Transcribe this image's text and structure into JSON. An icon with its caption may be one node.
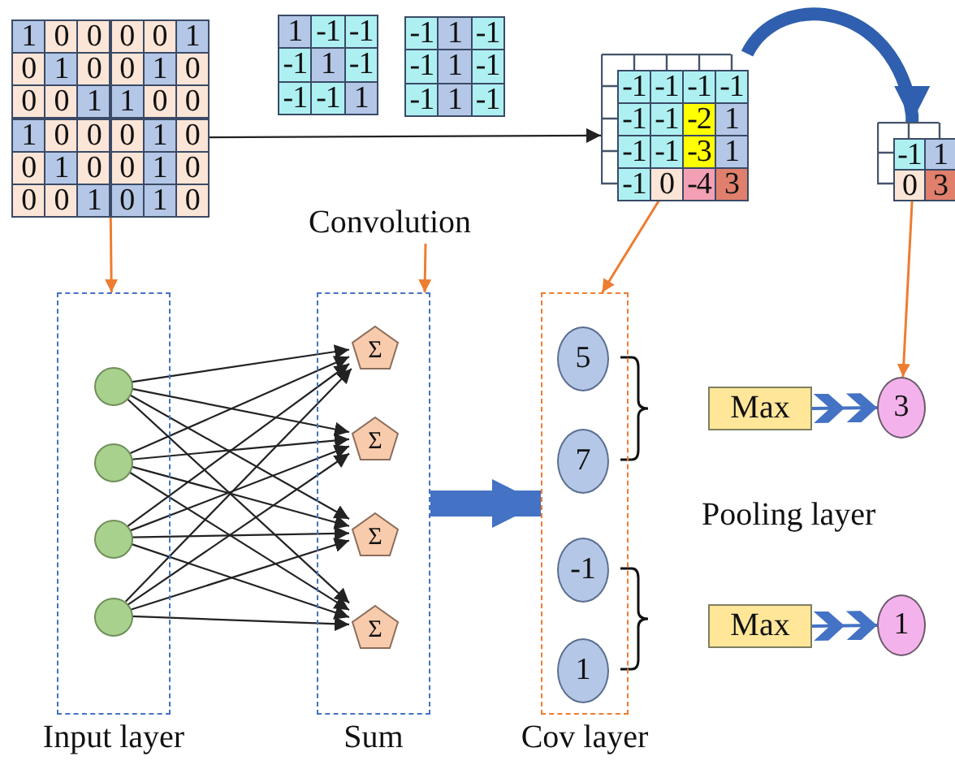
{
  "diagram": {
    "nodes": [
      {
        "text": [
          "1",
          "0",
          "0",
          "0",
          "0",
          "1",
          "0",
          "1",
          "0",
          "0",
          "1",
          "0",
          "0",
          "0",
          "1",
          "1",
          "0",
          "0",
          "1",
          "0",
          "0",
          "0",
          "1",
          "0",
          "0",
          "1",
          "0",
          "0",
          "1",
          "0",
          "0",
          "0",
          "1",
          "0",
          "1",
          "0"
        ]
      },
      {
        "text": [
          "1",
          "-1",
          "-1",
          "-1",
          "1",
          "-1",
          "-1",
          "-1",
          "1"
        ]
      },
      {
        "text": [
          "-1",
          "1",
          "-1",
          "-1",
          "1",
          "-1",
          "-1",
          "1",
          "-1"
        ]
      },
      {
        "text": [
          "-1",
          "-1",
          "-1",
          "-1",
          "-1",
          "-1",
          "-2",
          "1",
          "-1",
          "-1",
          "-3",
          "1",
          "-1",
          "0",
          "-4",
          "3"
        ]
      },
      {
        "text": [
          "-1",
          "1",
          "0",
          "3"
        ]
      },
      {
        "text": [
          "Input layer"
        ]
      },
      {
        "text": [],
        "shape": "circle",
        "in": 5
      },
      {
        "text": [],
        "shape": "circle",
        "in": 5
      },
      {
        "text": [],
        "shape": "circle",
        "in": 5
      },
      {
        "text": [],
        "shape": "circle",
        "in": 5
      },
      {
        "text": [
          "Sum"
        ]
      },
      {
        "text": [
          "Σ"
        ],
        "in": 10
      },
      {
        "text": [
          "Σ"
        ],
        "in": 10
      },
      {
        "text": [
          "Σ"
        ],
        "in": 10
      },
      {
        "text": [
          "Σ"
        ],
        "in": 10
      },
      {
        "text": [
          "Cov layer"
        ]
      },
      {
        "text": [
          "5"
        ],
        "in": 15
      },
      {
        "text": [
          "7"
        ],
        "in": 15
      },
      {
        "text": [
          "-1"
        ],
        "in": 15
      },
      {
        "text": [
          "1"
        ],
        "in": 15
      },
      {
        "text": [
          "Max"
        ]
      },
      {
        "text": [
          "Max"
        ]
      },
      {
        "text": [
          "3"
        ]
      },
      {
        "text": [
          "1"
        ]
      },
      {
        "text": [
          "Convolution"
        ]
      }
    ],
    "edges": [
      {
        "from": 0,
        "to": 3,
        "arrow": "to"
      },
      {
        "from": 3,
        "to": 4,
        "arrow": "to",
        "style": "thick",
        "color": "#2f5fae"
      },
      {
        "from": 0,
        "to": 5,
        "arrow": "to",
        "color": "#ed7d31"
      },
      {
        "from": 24,
        "to": 10,
        "arrow": "to",
        "color": "#ed7d31"
      },
      {
        "from": 3,
        "to": 15,
        "arrow": "to",
        "color": "#ed7d31"
      },
      {
        "from": 4,
        "to": 22,
        "arrow": "to",
        "color": "#ed7d31"
      },
      {
        "from": 6,
        "to": 11,
        "arrow": "to"
      },
      {
        "from": 6,
        "to": 12,
        "arrow": "to"
      },
      {
        "from": 6,
        "to": 13,
        "arrow": "to"
      },
      {
        "from": 6,
        "to": 14,
        "arrow": "to"
      },
      {
        "from": 7,
        "to": 11,
        "arrow": "to"
      },
      {
        "from": 7,
        "to": 12,
        "arrow": "to"
      },
      {
        "from": 7,
        "to": 13,
        "arrow": "to"
      },
      {
        "from": 7,
        "to": 14,
        "arrow": "to"
      },
      {
        "from": 8,
        "to": 11,
        "arrow": "to"
      },
      {
        "from": 8,
        "to": 12,
        "arrow": "to"
      },
      {
        "from": 8,
        "to": 13,
        "arrow": "to"
      },
      {
        "from": 8,
        "to": 14,
        "arrow": "to"
      },
      {
        "from": 9,
        "to": 11,
        "arrow": "to"
      },
      {
        "from": 9,
        "to": 12,
        "arrow": "to"
      },
      {
        "from": 9,
        "to": 13,
        "arrow": "to"
      },
      {
        "from": 9,
        "to": 14,
        "arrow": "to"
      },
      {
        "from": 10,
        "to": 15,
        "arrow": "to",
        "style": "thick",
        "color": "#4472c4"
      },
      {
        "from": 20,
        "to": 22,
        "arrow": "to",
        "color": "#4472c4"
      },
      {
        "from": 21,
        "to": 23,
        "arrow": "to",
        "color": "#4472c4"
      }
    ],
    "labels": [
      "Pooling layer"
    ]
  }
}
